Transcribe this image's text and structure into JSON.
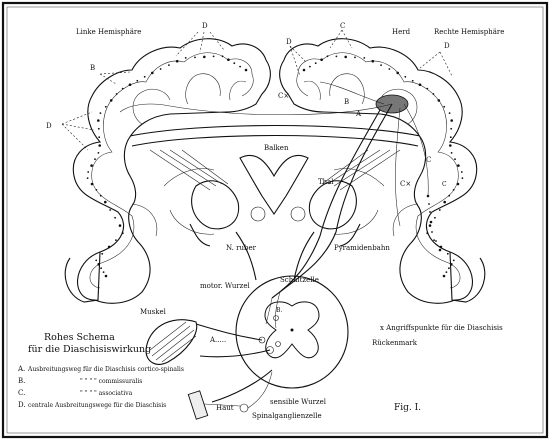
{
  "labels": {
    "left_hemisphere": "Linke Hemisphäre",
    "right_hemisphere": "Rechte Hemisphäre",
    "herd": "Herd",
    "balken": "Balken",
    "thal": "Thal",
    "n_ruber": "N. ruber",
    "pyramidenbahn": "Pyramidenbahn",
    "motor_wurzel": "motor. Wurzel",
    "schaltzelle": "Schaltzelle",
    "muskel": "Muskel",
    "rueckenmark": "Rückenmark",
    "sensible_wurzel": "sensible Wurzel",
    "haut": "Haut",
    "spinalganglienzelle": "Spinalganglienzelle",
    "angriffspunkte": "x Angriffspunkte für die Diaschisis",
    "fig": "Fig. I."
  },
  "letters": {
    "a": "A",
    "b": "B",
    "c": "C",
    "d": "D",
    "cx": "C×",
    "a_dot": "A.....",
    "b_small": "B.",
    "c_small": "C"
  },
  "legend": {
    "title_line1": "Rohes Schema",
    "title_line2": "für die Diaschisiswirkung",
    "rows": [
      {
        "key": "A.",
        "text": "Ausbreitungsweg für die Diaschisis cortico-spinalis"
      },
      {
        "key": "B.",
        "text": "\"     \"     \"     \"     commissuralis"
      },
      {
        "key": "C.",
        "text": "\"     \"     \"     \"     associativa"
      },
      {
        "key": "D.",
        "text": "centrale Ausbreitungswege für die Diaschisis"
      }
    ]
  }
}
